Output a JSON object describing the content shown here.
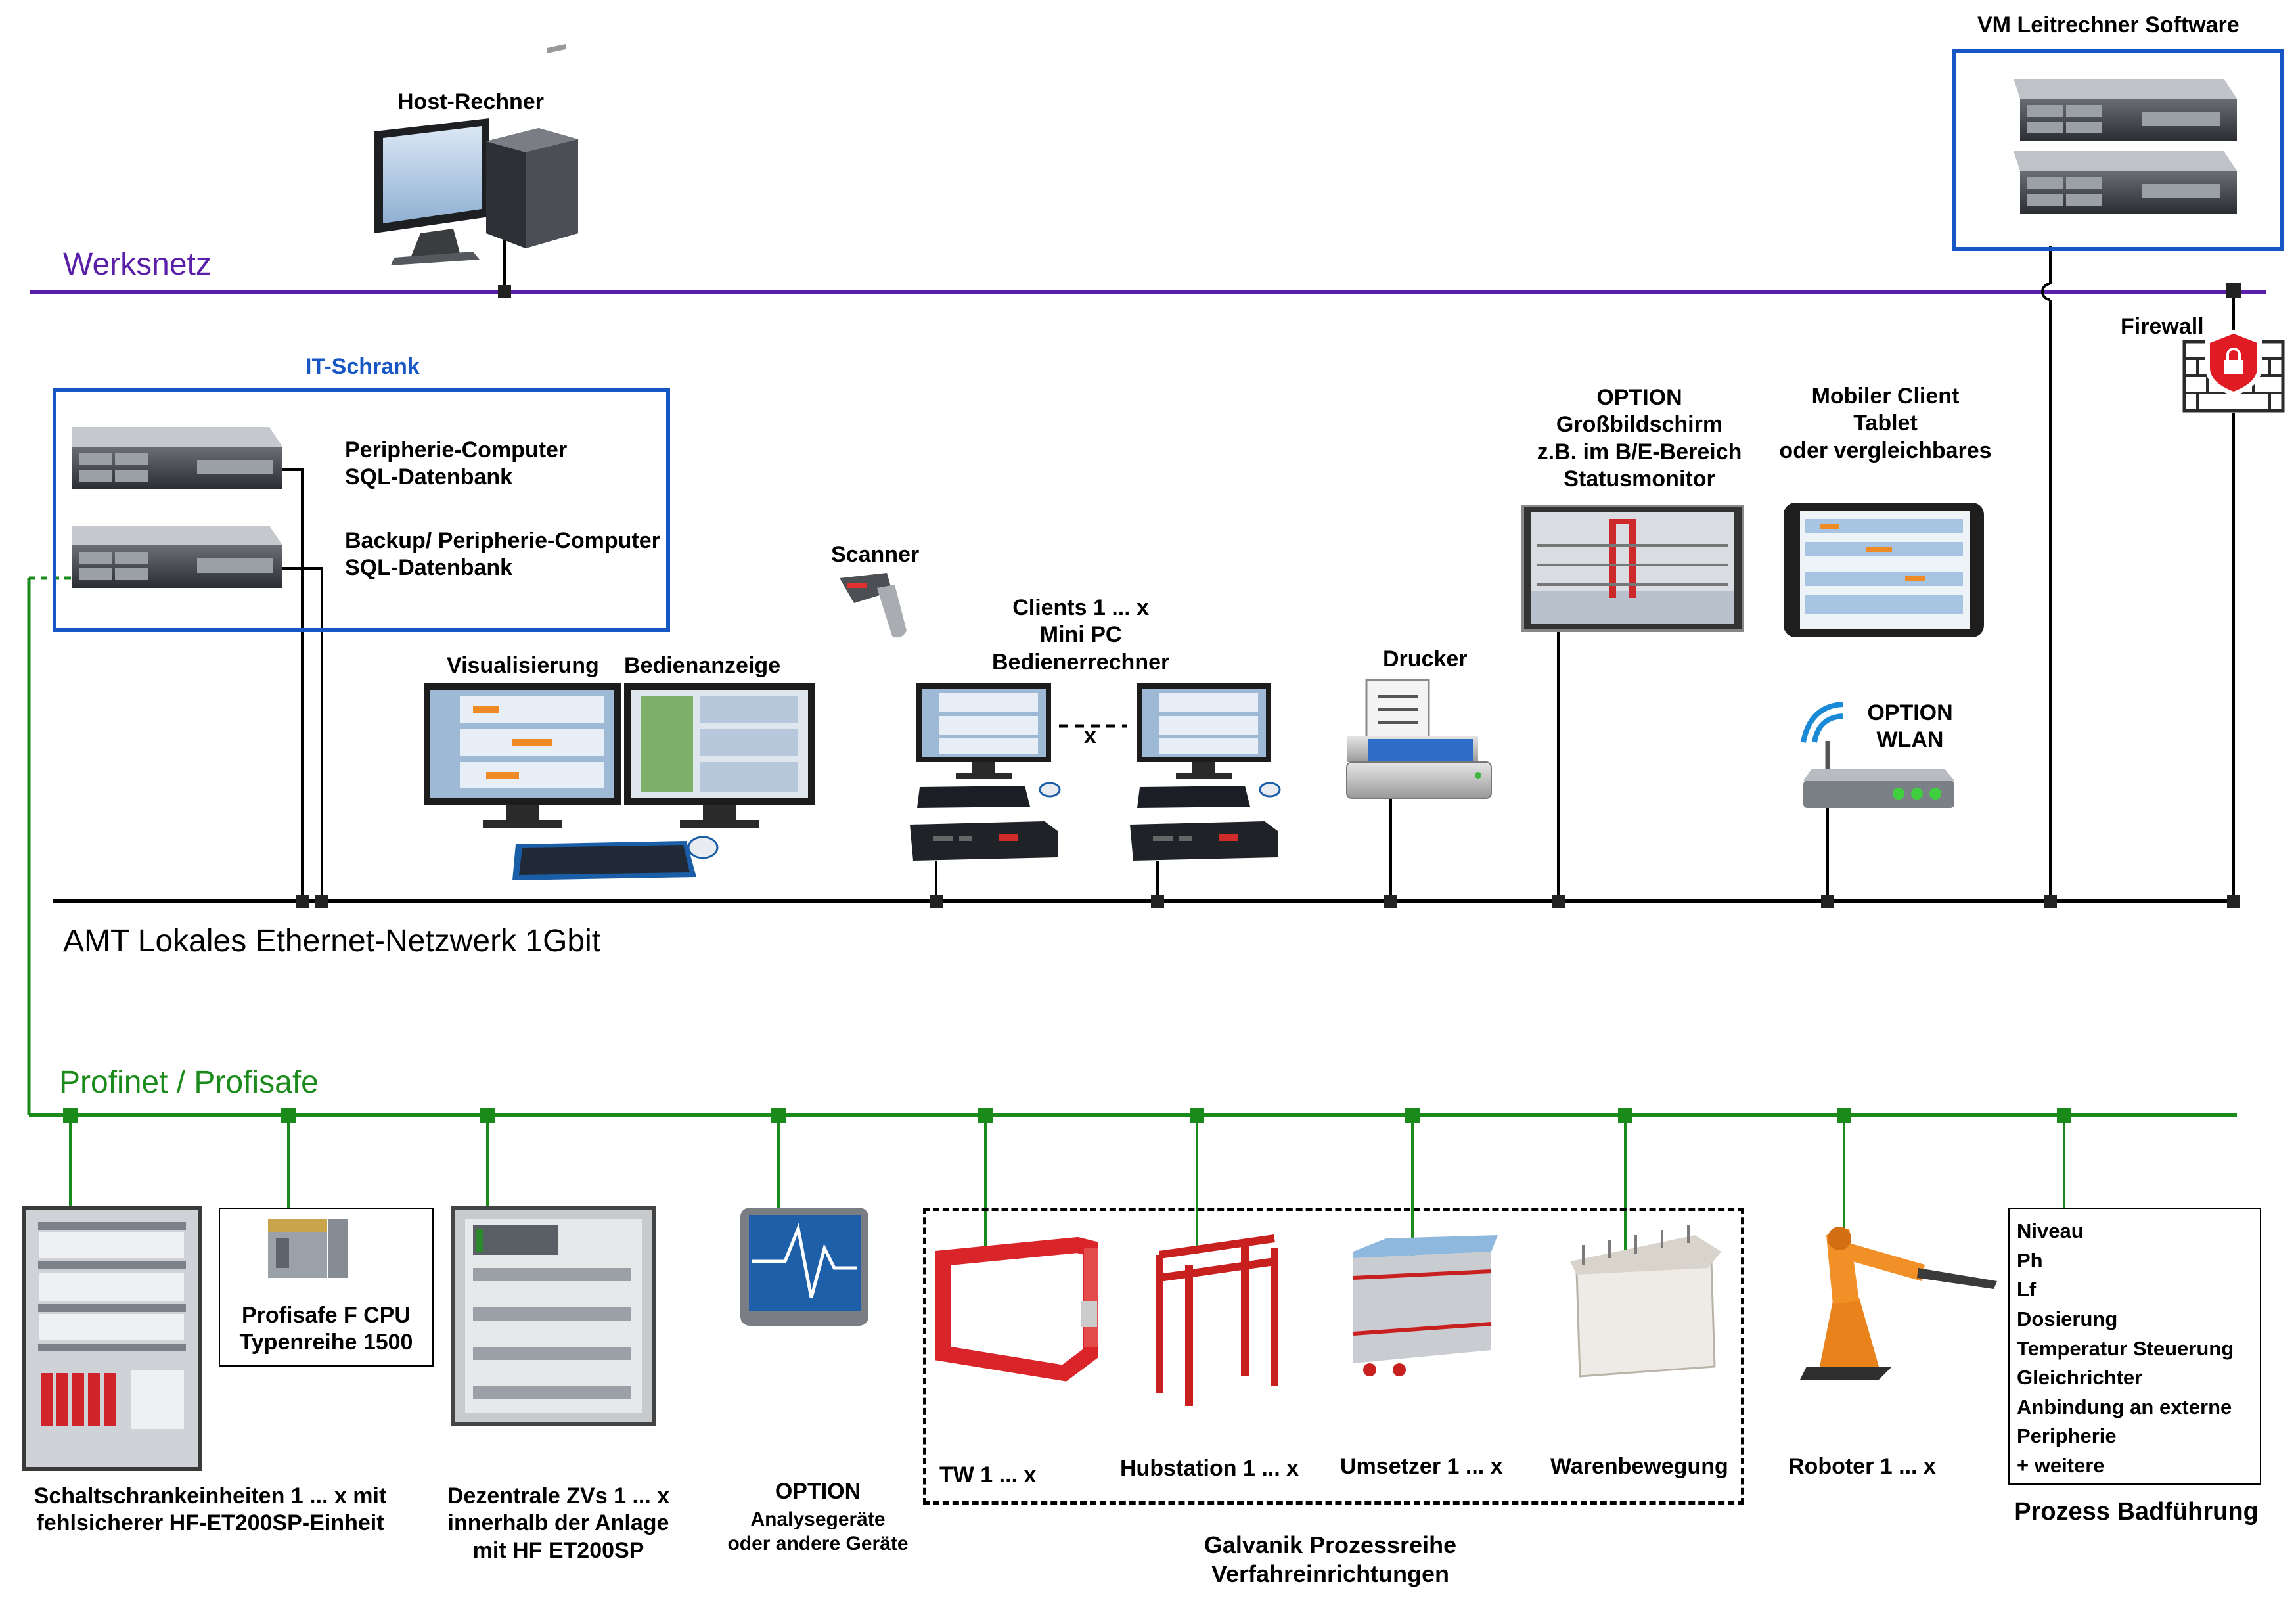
{
  "colors": {
    "werksnetz": "#5a1fa8",
    "ethernet": "#000000",
    "profinet": "#1a8a1a",
    "it_box": "#1657c4"
  },
  "networks": {
    "werksnetz": "Werksnetz",
    "ethernet": "AMT Lokales Ethernet-Netzwerk 1Gbit",
    "profinet": "Profinet / Profisafe"
  },
  "top": {
    "host": "Host-Rechner",
    "vm": "VM Leitrechner Software",
    "firewall": "Firewall"
  },
  "it_schrank": {
    "title": "IT-Schrank",
    "server1": [
      "Peripherie-Computer",
      "SQL-Datenbank"
    ],
    "server2": [
      "Backup/ Peripherie-Computer",
      "SQL-Datenbank"
    ]
  },
  "workstations": {
    "visualisierung": "Visualisierung",
    "bedienanzeige": "Bedienanzeige",
    "scanner": "Scanner",
    "clients": [
      "Clients 1 ... x",
      "Mini PC",
      "Bedienerrechner"
    ],
    "clients_x": "x",
    "drucker": "Drucker",
    "grossbild": [
      "OPTION",
      "Großbildschirm",
      "z.B. im B/E-Bereich",
      "Statusmonitor"
    ],
    "mobil": [
      "Mobiler Client",
      "Tablet",
      "oder vergleichbares"
    ],
    "wlan": [
      "OPTION",
      "WLAN"
    ]
  },
  "field": {
    "schaltschrank": [
      "Schaltschrankeinheiten 1 ... x mit",
      "fehlsicherer HF-ET200SP-Einheit"
    ],
    "profisafe": [
      "Profisafe F CPU",
      "Typenreihe 1500"
    ],
    "dezentrale": [
      "Dezentrale ZVs 1 ... x",
      "innerhalb der Anlage",
      "mit HF ET200SP"
    ],
    "option_title": "OPTION",
    "option_sub": [
      "Analysegeräte",
      "oder andere Geräte"
    ],
    "tw": "TW 1 ... x",
    "hubstation": "Hubstation 1 ... x",
    "umsetzer": "Umsetzer 1 ... x",
    "warenbewegung": "Warenbewegung",
    "roboter": "Roboter 1 ... x",
    "galvanik": [
      "Galvanik Prozessreihe",
      "Verfahreinrichtungen"
    ],
    "prozess_list": [
      "Niveau",
      "Ph",
      "Lf",
      "Dosierung",
      "Temperatur Steuerung",
      "Gleichrichter",
      "Anbindung an externe",
      "Peripherie",
      "+ weitere"
    ],
    "prozess_title": "Prozess Badführung"
  }
}
